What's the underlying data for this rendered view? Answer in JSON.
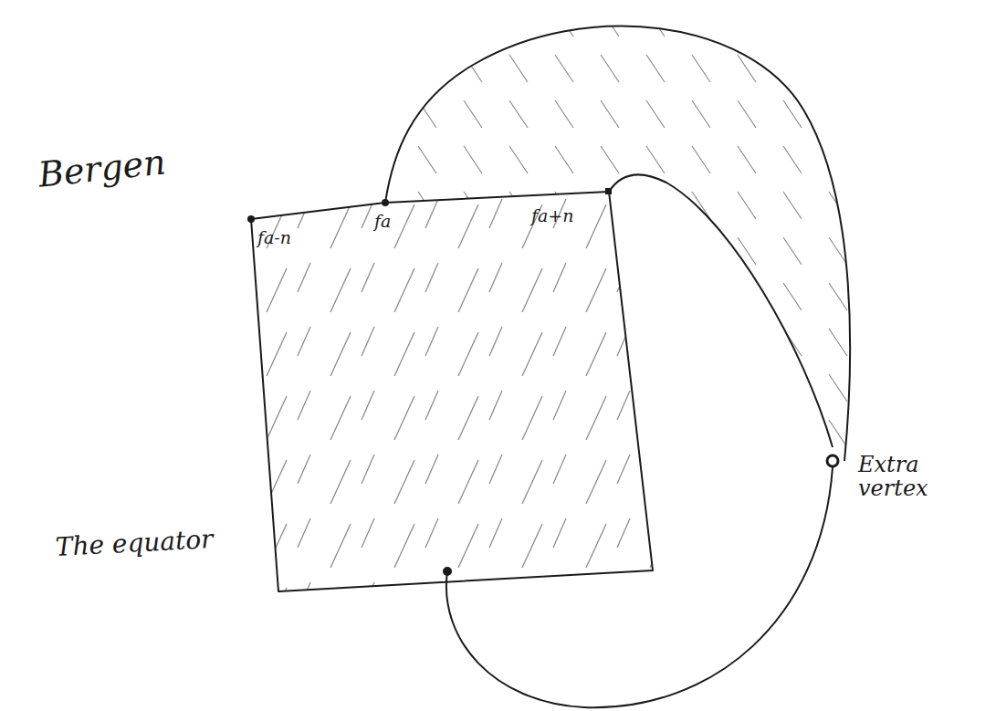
{
  "diagram": {
    "labels": [
      "Bergen",
      "fa-n",
      "fa",
      "fa+n",
      "Extra vertex",
      "The equator"
    ]
  }
}
